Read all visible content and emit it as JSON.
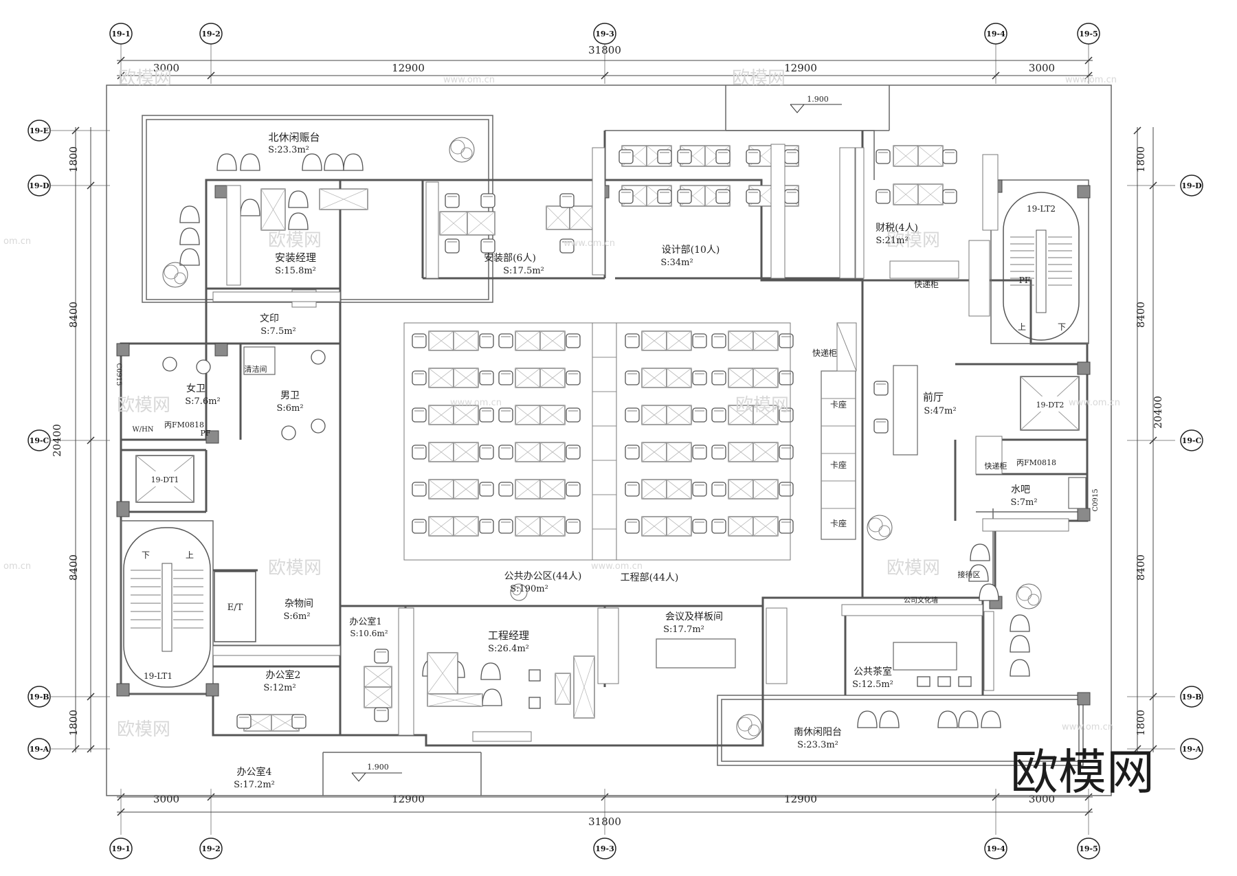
{
  "grid": {
    "top_axes": [
      "19-1",
      "19-2",
      "19-3",
      "19-4",
      "19-5"
    ],
    "side_axes_left": [
      "19-E",
      "19-D",
      "19-C",
      "19-B",
      "19-A"
    ],
    "side_axes_right": [
      "19-D",
      "19-C",
      "19-B",
      "19-A"
    ]
  },
  "dimensions": {
    "total_width": "31800",
    "top_segments": [
      "3000",
      "12900",
      "12900",
      "3000"
    ],
    "bottom_segments": [
      "3000",
      "12900",
      "12900",
      "3000"
    ],
    "total_height": "20400",
    "side_segments": [
      "1800",
      "8400",
      "8400",
      "1800"
    ],
    "level_marks": [
      "1.900",
      "1.900"
    ]
  },
  "rooms": {
    "north_terrace": {
      "name": "北休闲赈台",
      "area": "S:23.3m²"
    },
    "install_manager": {
      "name": "安装经理",
      "area": "S:15.8m²"
    },
    "install_dept": {
      "name": "安装部(6人)",
      "area": "S:17.5m²"
    },
    "design_dept": {
      "name": "设计部(10人)",
      "area": "S:34m²"
    },
    "finance_tax": {
      "name": "财税(4人)",
      "area": "S:21m²"
    },
    "print_room": {
      "name": "文印",
      "area": "S:7.5m²"
    },
    "women_wc": {
      "name": "女卫",
      "area": "S:7.6m²"
    },
    "men_wc": {
      "name": "男卫",
      "area": "S:6m²"
    },
    "cleaning": {
      "name": "清洁间"
    },
    "reception": {
      "name": "前厅",
      "area": "S:47m²"
    },
    "water_bar": {
      "name": "水吧",
      "area": "S:7m²"
    },
    "open_office": {
      "name": "公共办公区(44人)",
      "area": "S:190m²"
    },
    "engineering_dept": {
      "name": "工程部(44人)"
    },
    "storage": {
      "name": "杂物间",
      "area": "S:6m²"
    },
    "office1": {
      "name": "办公室1",
      "area": "S:10.6m²"
    },
    "eng_manager": {
      "name": "工程经理",
      "area": "S:26.4m²"
    },
    "meeting": {
      "name": "会议及样板间",
      "area": "S:17.7m²"
    },
    "tea_room": {
      "name": "公共茶室",
      "area": "S:12.5m²"
    },
    "south_terrace": {
      "name": "南休闲阳台",
      "area": "S:23.3m²"
    },
    "office2": {
      "name": "办公室2",
      "area": "S:12m²"
    },
    "office4": {
      "name": "办公室4",
      "area": "S:17.2m²"
    }
  },
  "labels": {
    "stair_lt2": "19-LT2",
    "stair_lt1": "19-LT1",
    "elevator_dt1": "19-DT1",
    "elevator_dt2": "19-DT2",
    "express1": "快递柜",
    "express2": "快递柜",
    "express3": "快递柜",
    "booth1": "卡座",
    "booth2": "卡座",
    "booth3": "卡座",
    "waiting": "接待区",
    "culture_wall": "公司文化墙",
    "et": "E/T",
    "pf1": "PF",
    "pf2": "PF",
    "wh": "W/HN",
    "door1": "丙FM0818",
    "door2": "丙FM0818",
    "c0915a": "C0915",
    "c0915b": "C0915",
    "up1": "上",
    "down1": "下",
    "up2": "上",
    "down2": "下"
  },
  "watermark": {
    "big": "欧模网",
    "small": "欧模网",
    "url": "www.om.cn",
    "url2": "om.cn"
  }
}
